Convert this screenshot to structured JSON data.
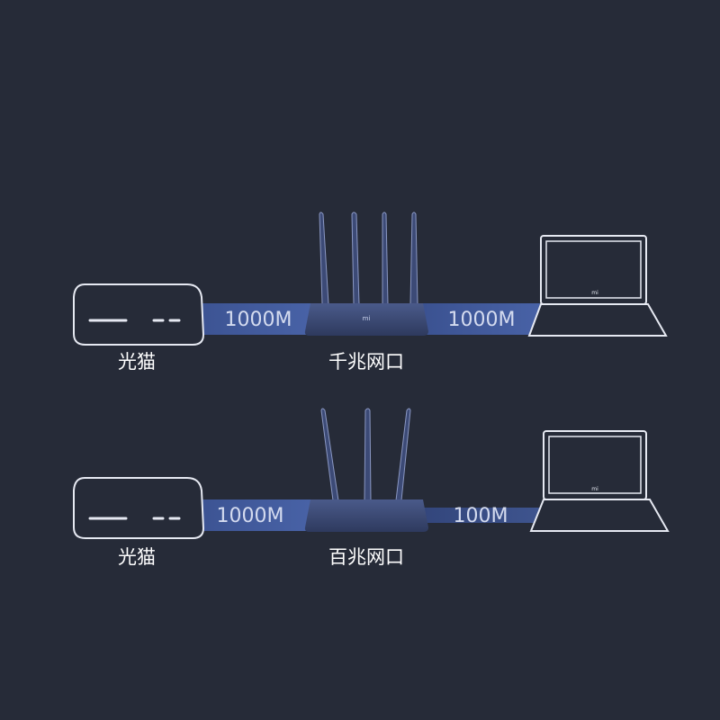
{
  "colors": {
    "background": "#262b38",
    "link_fast": "#3f5796",
    "link_slow": "#34497f",
    "outline": "#e6e9f2",
    "router_body": "#37456e",
    "speed_text": "#d4dbef",
    "label_text": "#ffffff"
  },
  "rows": [
    {
      "modem_label": "光猫",
      "router_label": "千兆网口",
      "left_speed": "1000M",
      "right_speed": "1000M",
      "router_antennas": 4
    },
    {
      "modem_label": "光猫",
      "router_label": "百兆网口",
      "left_speed": "1000M",
      "right_speed": "100M",
      "router_antennas": 3
    }
  ]
}
